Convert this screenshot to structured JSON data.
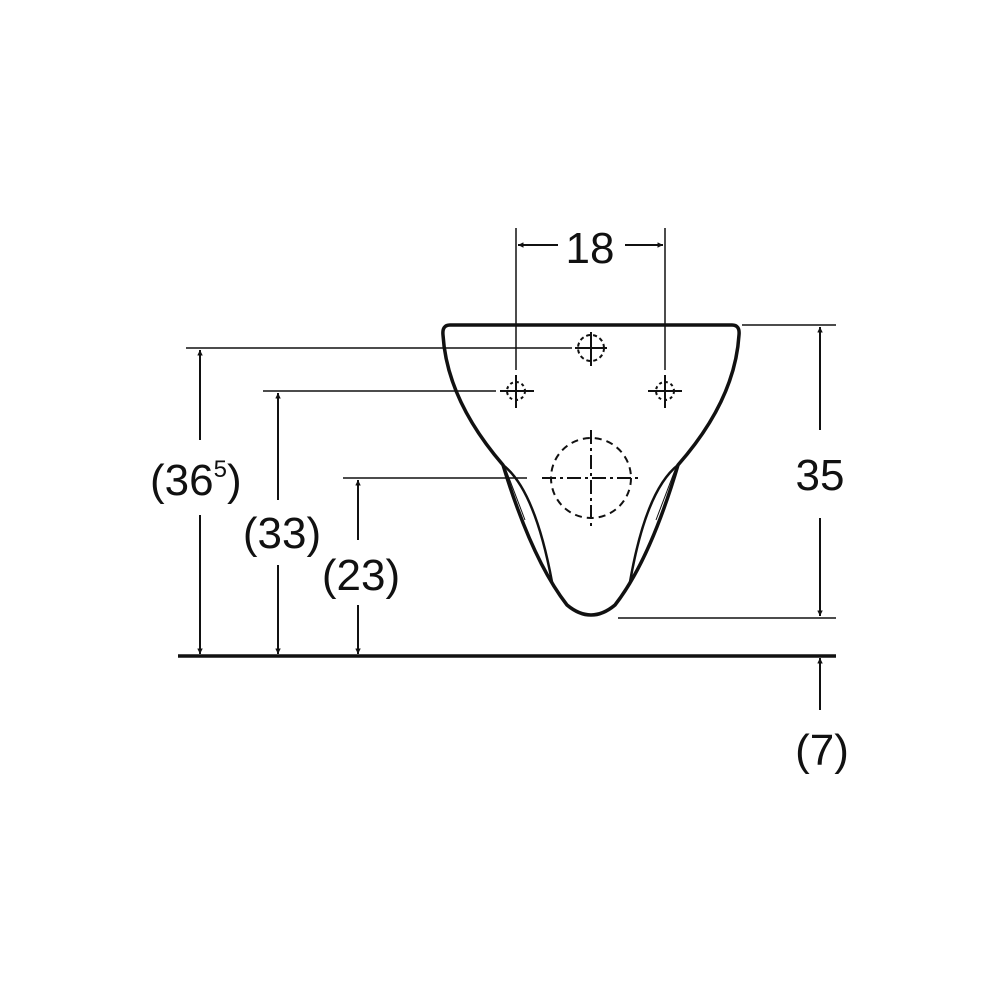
{
  "drawing": {
    "colors": {
      "line": "#111111",
      "background": "#ffffff"
    },
    "dimensions": {
      "width_18": "18",
      "height_35": "35",
      "height_36_5": {
        "main": "(36",
        "sup": "5",
        "close": ")"
      },
      "height_33": "(33)",
      "height_23": "(23)",
      "offset_7": "(7)"
    }
  }
}
